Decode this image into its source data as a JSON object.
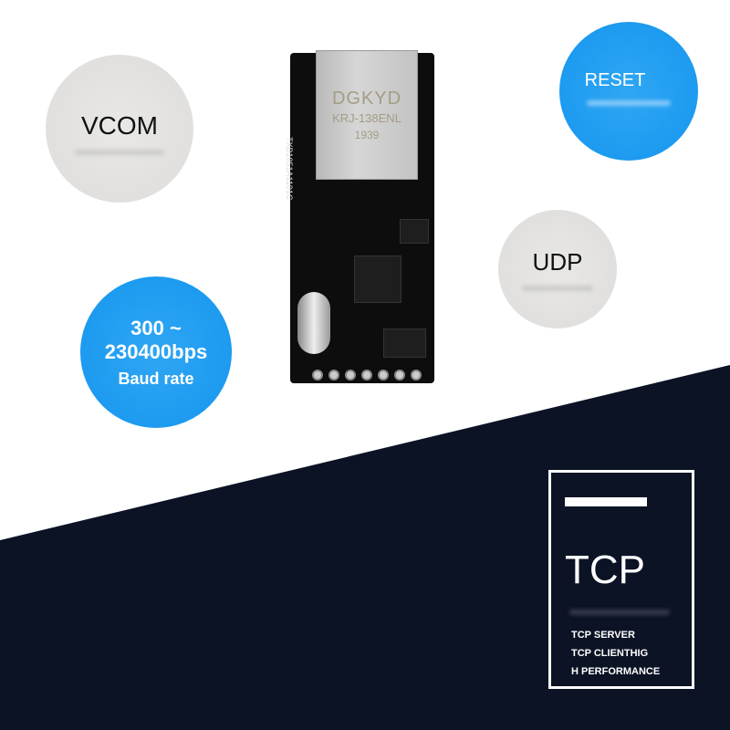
{
  "colors": {
    "dark_bg": "#0b1325",
    "blue": "#1596ef",
    "gray": "#e3e2e0"
  },
  "badges": {
    "vcom": "VCOM",
    "reset": "RESET",
    "udp": "UDP",
    "baud_range_1": "300 ~",
    "baud_range_2": "230400bps",
    "baud_label": "Baud rate"
  },
  "board": {
    "connector_brand": "DGKYD",
    "connector_model": "KRJ-138ENL",
    "connector_year": "1939",
    "pcb_code": "TXB1051A1101C"
  },
  "tcp_panel": {
    "title": "TCP",
    "lines": [
      "TCP SERVER",
      "TCP CLIENTHIG",
      "H PERFORMANCE"
    ]
  }
}
